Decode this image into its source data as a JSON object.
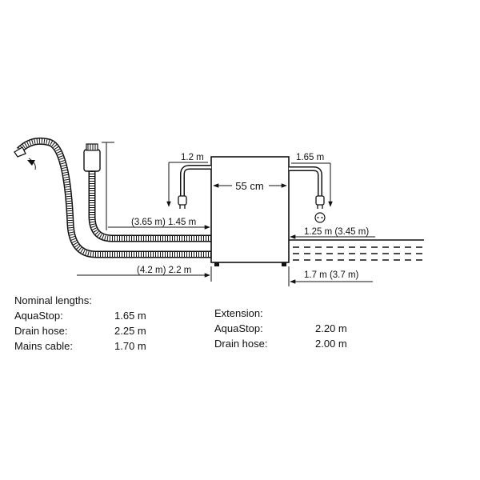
{
  "diagram": {
    "width_label": "55 cm",
    "left_cable": "1.2 m",
    "right_cable": "1.65 m",
    "drain_hose_upper": "(3.65 m) 1.45 m",
    "drain_hose_lower": "(4.2 m) 2.2 m",
    "right_upper": "1.25 m (3.45 m)",
    "right_lower": "1.7 m (3.7 m)"
  },
  "nominal": {
    "heading": "Nominal lengths:",
    "items": [
      {
        "label": "AquaStop:",
        "value": "1.65 m"
      },
      {
        "label": "Drain hose:",
        "value": "2.25 m"
      },
      {
        "label": "Mains cable:",
        "value": "1.70 m"
      }
    ]
  },
  "extension": {
    "heading": "Extension:",
    "items": [
      {
        "label": "AquaStop:",
        "value": "2.20 m"
      },
      {
        "label": "Drain hose:",
        "value": "2.00 m"
      }
    ]
  }
}
